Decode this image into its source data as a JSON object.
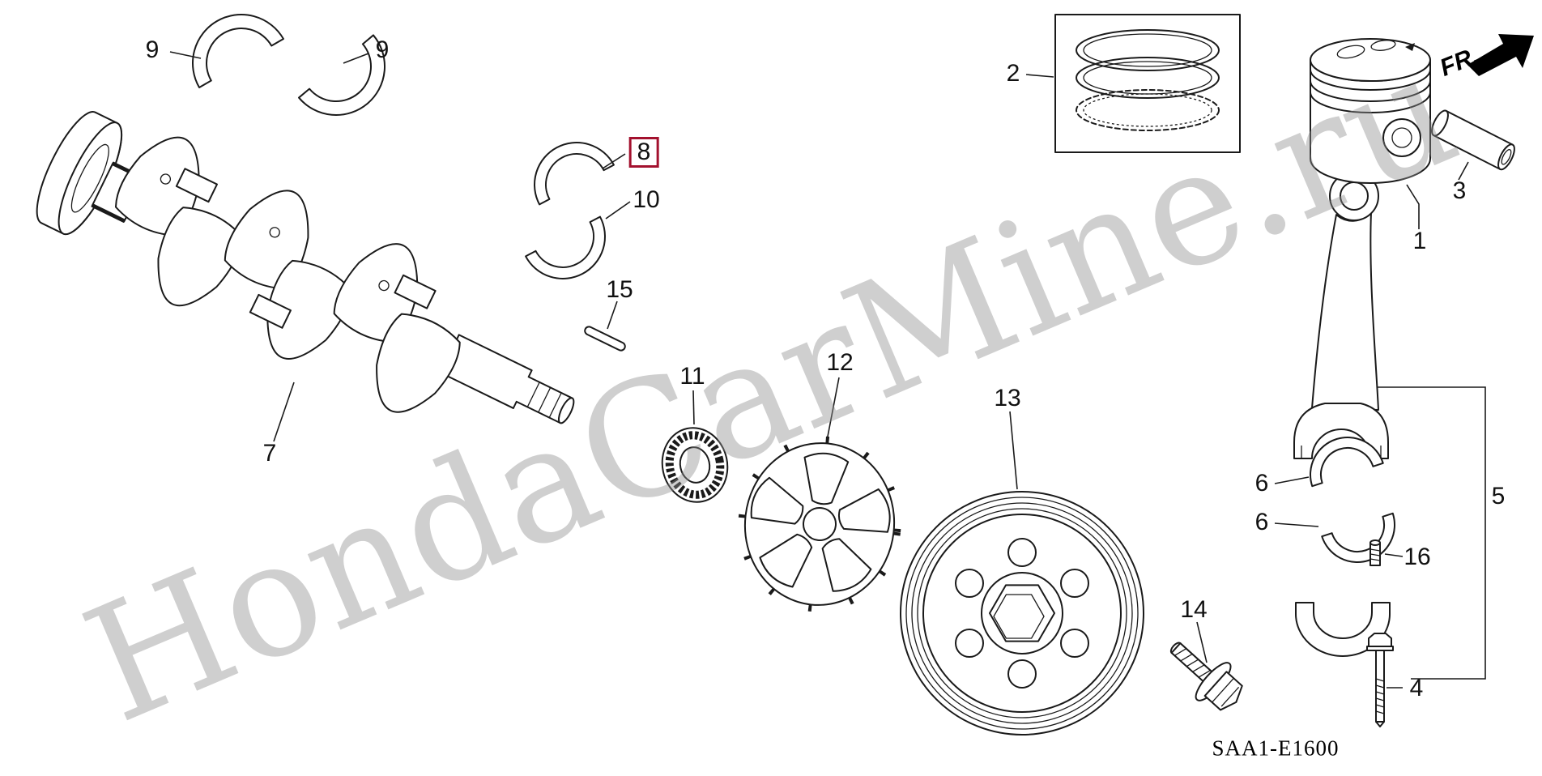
{
  "diagram": {
    "code": "SAA1-E1600",
    "watermark": "HondaCarMine.ru",
    "fr_label": "FR."
  },
  "colors": {
    "background": "#ffffff",
    "line_color": "#1a1a1a",
    "watermark_color": "#8f8f8f",
    "highlight_box_color": "#a3112e"
  },
  "callouts": {
    "c9l": {
      "label": "9"
    },
    "c9r": {
      "label": "9"
    },
    "c8": {
      "label": "8",
      "highlighted": true
    },
    "c10": {
      "label": "10"
    },
    "c15": {
      "label": "15"
    },
    "c7": {
      "label": "7"
    },
    "c11": {
      "label": "11"
    },
    "c12": {
      "label": "12"
    },
    "c13": {
      "label": "13"
    },
    "c2": {
      "label": "2"
    },
    "c1": {
      "label": "1"
    },
    "c3": {
      "label": "3"
    },
    "c6u": {
      "label": "6"
    },
    "c6l": {
      "label": "6"
    },
    "c5": {
      "label": "5"
    },
    "c16": {
      "label": "16"
    },
    "c14": {
      "label": "14"
    },
    "c4": {
      "label": "4"
    }
  }
}
